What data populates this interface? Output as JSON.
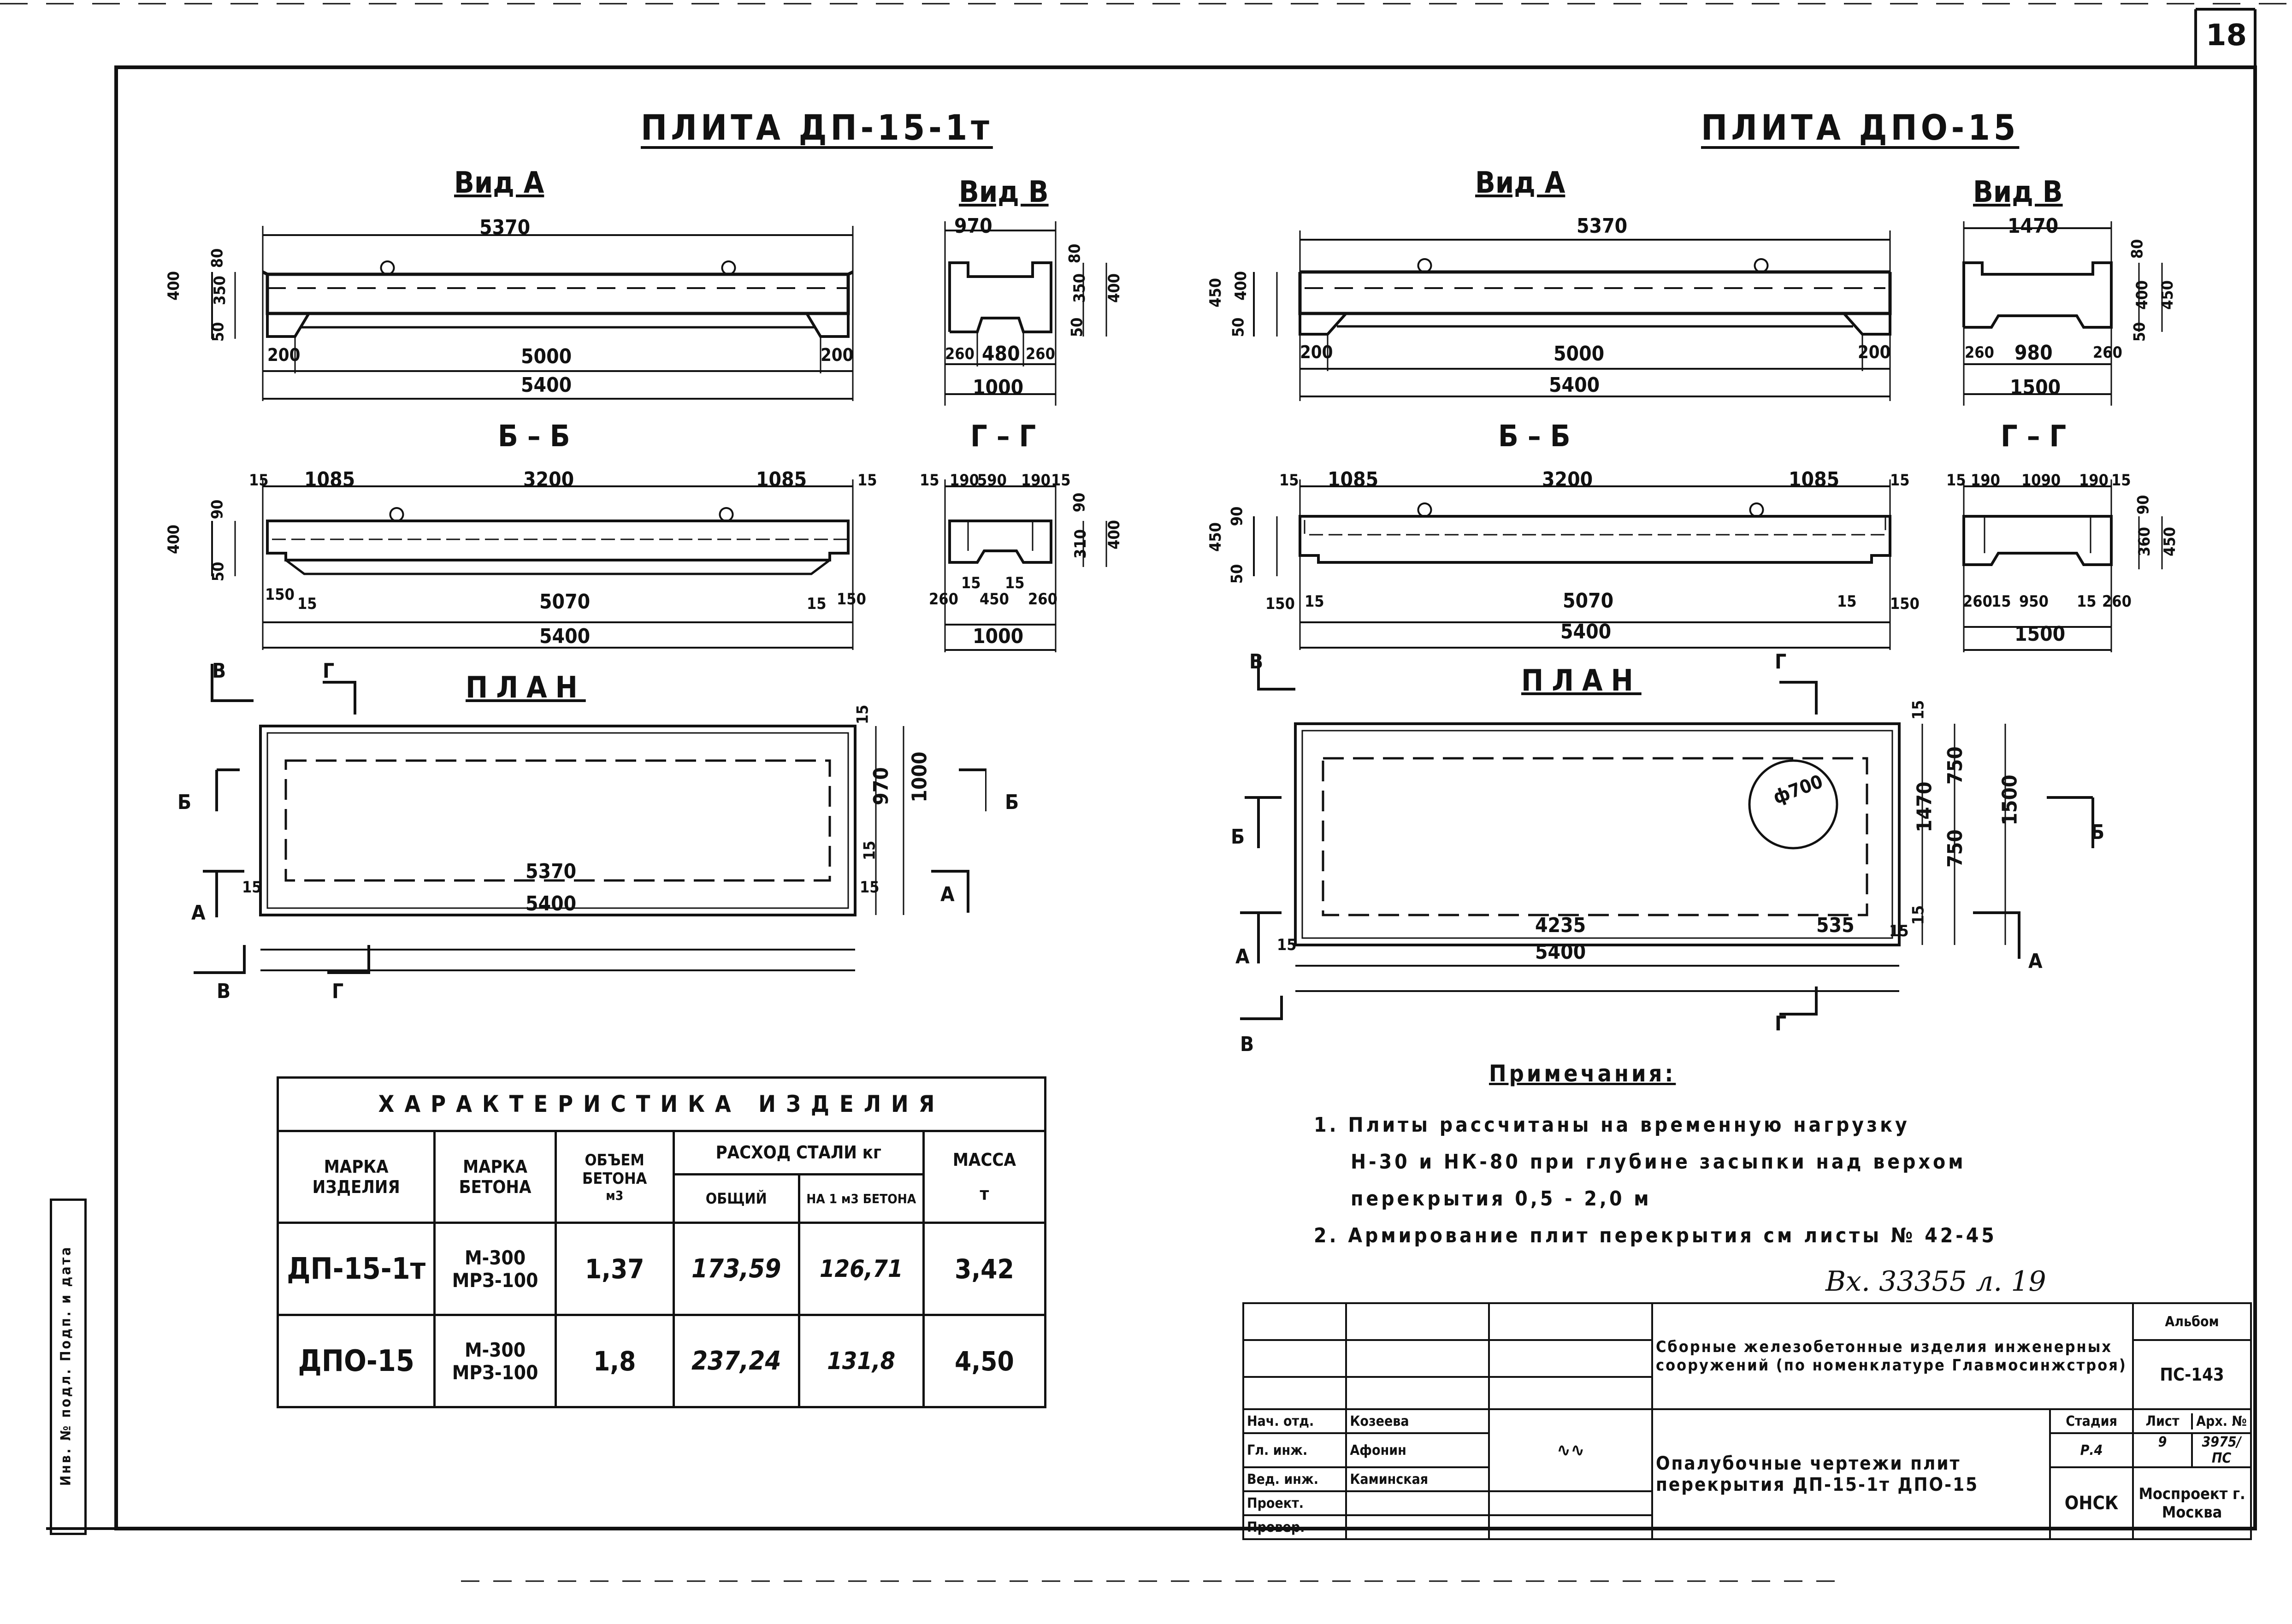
{
  "sheet_number": "18",
  "left": {
    "title": "ПЛИТА ДП-15-1т",
    "view_a": {
      "label": "Вид А",
      "top": "5370",
      "bottom_mid": "5000",
      "bottom_left": "200",
      "bottom_right": "200",
      "total": "5400",
      "h_total": "400",
      "h_a": "80",
      "h_b": "350",
      "h_c": "50"
    },
    "view_v": {
      "label": "Вид В",
      "top": "970",
      "w1": "260",
      "w2": "480",
      "w3": "260",
      "total": "1000",
      "h_a": "80",
      "h_b": "350",
      "h_total": "400",
      "h_c": "50"
    },
    "sec_bb": {
      "label": "Б – Б",
      "d1": "15",
      "d2": "1085",
      "d3": "3200",
      "d4": "1085",
      "d5": "15",
      "b1": "150",
      "b2": "15",
      "mid": "5070",
      "b3": "15",
      "b4": "150",
      "total": "5400",
      "h_total": "400",
      "h_a": "90",
      "h_b": "50"
    },
    "sec_gg": {
      "label": "Г – Г",
      "t1": "15",
      "t2": "190",
      "t3": "590",
      "t4": "190",
      "t5": "15",
      "b1": "260",
      "b2": "15",
      "b3": "450",
      "b4": "15",
      "b5": "260",
      "total": "1000",
      "h_a": "90",
      "h_b": "310",
      "h_total": "400"
    },
    "plan": {
      "label": "ПЛАН",
      "top": "15",
      "inner": "970",
      "outer": "1000",
      "bot": "15",
      "len_left": "15",
      "len_mid": "5370",
      "len_right": "15",
      "total": "5400"
    },
    "markers": {
      "b": "Б",
      "a": "А",
      "v": "В",
      "g": "Г"
    }
  },
  "right": {
    "title": "ПЛИТА ДПО-15",
    "view_a": {
      "label": "Вид А",
      "top": "5370",
      "bottom_mid": "5000",
      "bottom_left": "200",
      "bottom_right": "200",
      "total": "5400",
      "h_total": "450",
      "h_a": "400",
      "h_c": "50"
    },
    "view_v": {
      "label": "Вид В",
      "top": "1470",
      "w1": "260",
      "w2": "980",
      "w3": "260",
      "total": "1500",
      "h_a": "80",
      "h_b": "400",
      "h_total": "450",
      "h_c": "50"
    },
    "sec_bb": {
      "label": "Б – Б",
      "d1": "15",
      "d2": "1085",
      "d3": "3200",
      "d4": "1085",
      "d5": "15",
      "b1": "150",
      "b2": "15",
      "mid": "5070",
      "b3": "15",
      "b4": "150",
      "total": "5400",
      "h_total": "450",
      "h_a": "90",
      "h_b": "50"
    },
    "sec_gg": {
      "label": "Г – Г",
      "t1": "15",
      "t2": "190",
      "t3": "1090",
      "t4": "190",
      "t5": "15",
      "b1": "260",
      "b2": "15",
      "b3": "950",
      "b4": "15",
      "b5": "260",
      "total": "1500",
      "h_a": "90",
      "h_b": "360",
      "h_total": "450"
    },
    "plan": {
      "label": "ПЛАН",
      "hole": "ф700",
      "top": "15",
      "inner": "1470",
      "outer": "1500",
      "half1": "750",
      "half2": "750",
      "bot": "15",
      "len_left": "15",
      "len_mid": "4235",
      "len_hole": "535",
      "len_right": "15",
      "total": "5400"
    }
  },
  "characteristics": {
    "title": "ХАРАКТЕРИСТИКА ИЗДЕЛИЯ",
    "headers": {
      "mark": "МАРКА ИЗДЕЛИЯ",
      "concrete": "МАРКА БЕТОНА",
      "volume": "ОБЪЕМ БЕТОНА",
      "volume_unit": "м3",
      "steel": "РАСХОД СТАЛИ кг",
      "steel_total": "ОБЩИЙ",
      "steel_per": "НА 1 м3 БЕТОНА",
      "mass": "МАССА",
      "mass_unit": "т"
    },
    "rows": [
      {
        "mark": "ДП-15-1т",
        "concrete_1": "М-300",
        "concrete_2": "МРЗ-100",
        "volume": "1,37",
        "steel_total": "173,59",
        "steel_per": "126,71",
        "mass": "3,42"
      },
      {
        "mark": "ДПО-15",
        "concrete_1": "М-300",
        "concrete_2": "МРЗ-100",
        "volume": "1,8",
        "steel_total": "237,24",
        "steel_per": "131,8",
        "mass": "4,50"
      }
    ]
  },
  "notes": {
    "title": "Примечания:",
    "line1": "1. Плиты рассчитаны на временную нагрузку",
    "line2": "Н-30 и НК-80 при глубине засыпки над верхом",
    "line3": "перекрытия 0,5 - 2,0 м",
    "line4": "2. Армирование плит перекрытия см листы № 42-45"
  },
  "stamp_ref": "Вх. 33355 л. 19",
  "title_block": {
    "series": "Сборные железобетонные изделия инженерных сооружений (по номенклатуре Главмосинжстроя)",
    "album_label": "Альбом",
    "album_value": "ПС-143",
    "roles": [
      "Нач. отд.",
      "Гл. инж.",
      "Вед. инж.",
      "Проект.",
      "Провер."
    ],
    "names": [
      "Козеева",
      "Афонин",
      "Каминская",
      "",
      ""
    ],
    "drawing_title": "Опалубочные чертежи плит перекрытия ДП-15-1т ДПО-15",
    "stage_label": "Стадия",
    "sheet_label": "Лист",
    "arch_label": "Арх. №",
    "stage_value": "Р.4",
    "sheet_value": "9",
    "arch_value": "3975/ПС",
    "dept": "ОНСК",
    "org": "Моспроект г. Москва"
  },
  "side_strip": "Инв. № подл.   Подп. и дата"
}
